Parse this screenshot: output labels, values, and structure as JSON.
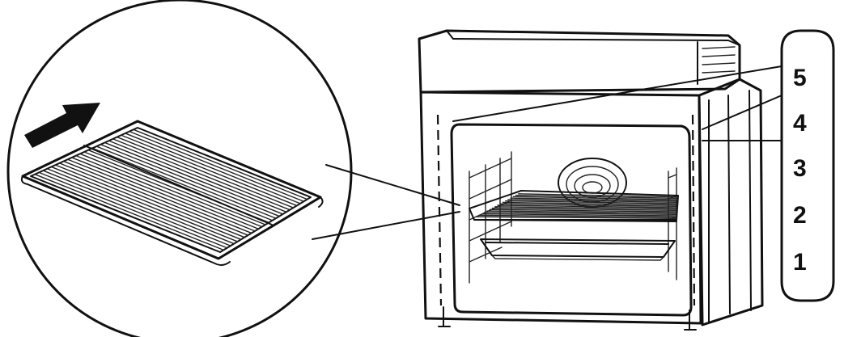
{
  "shelf_levels": [
    "5",
    "4",
    "3",
    "2",
    "1"
  ],
  "colors": {
    "ink": "#111111",
    "background": "#ffffff"
  },
  "icons": {
    "insert_direction": "arrow-right-icon"
  }
}
